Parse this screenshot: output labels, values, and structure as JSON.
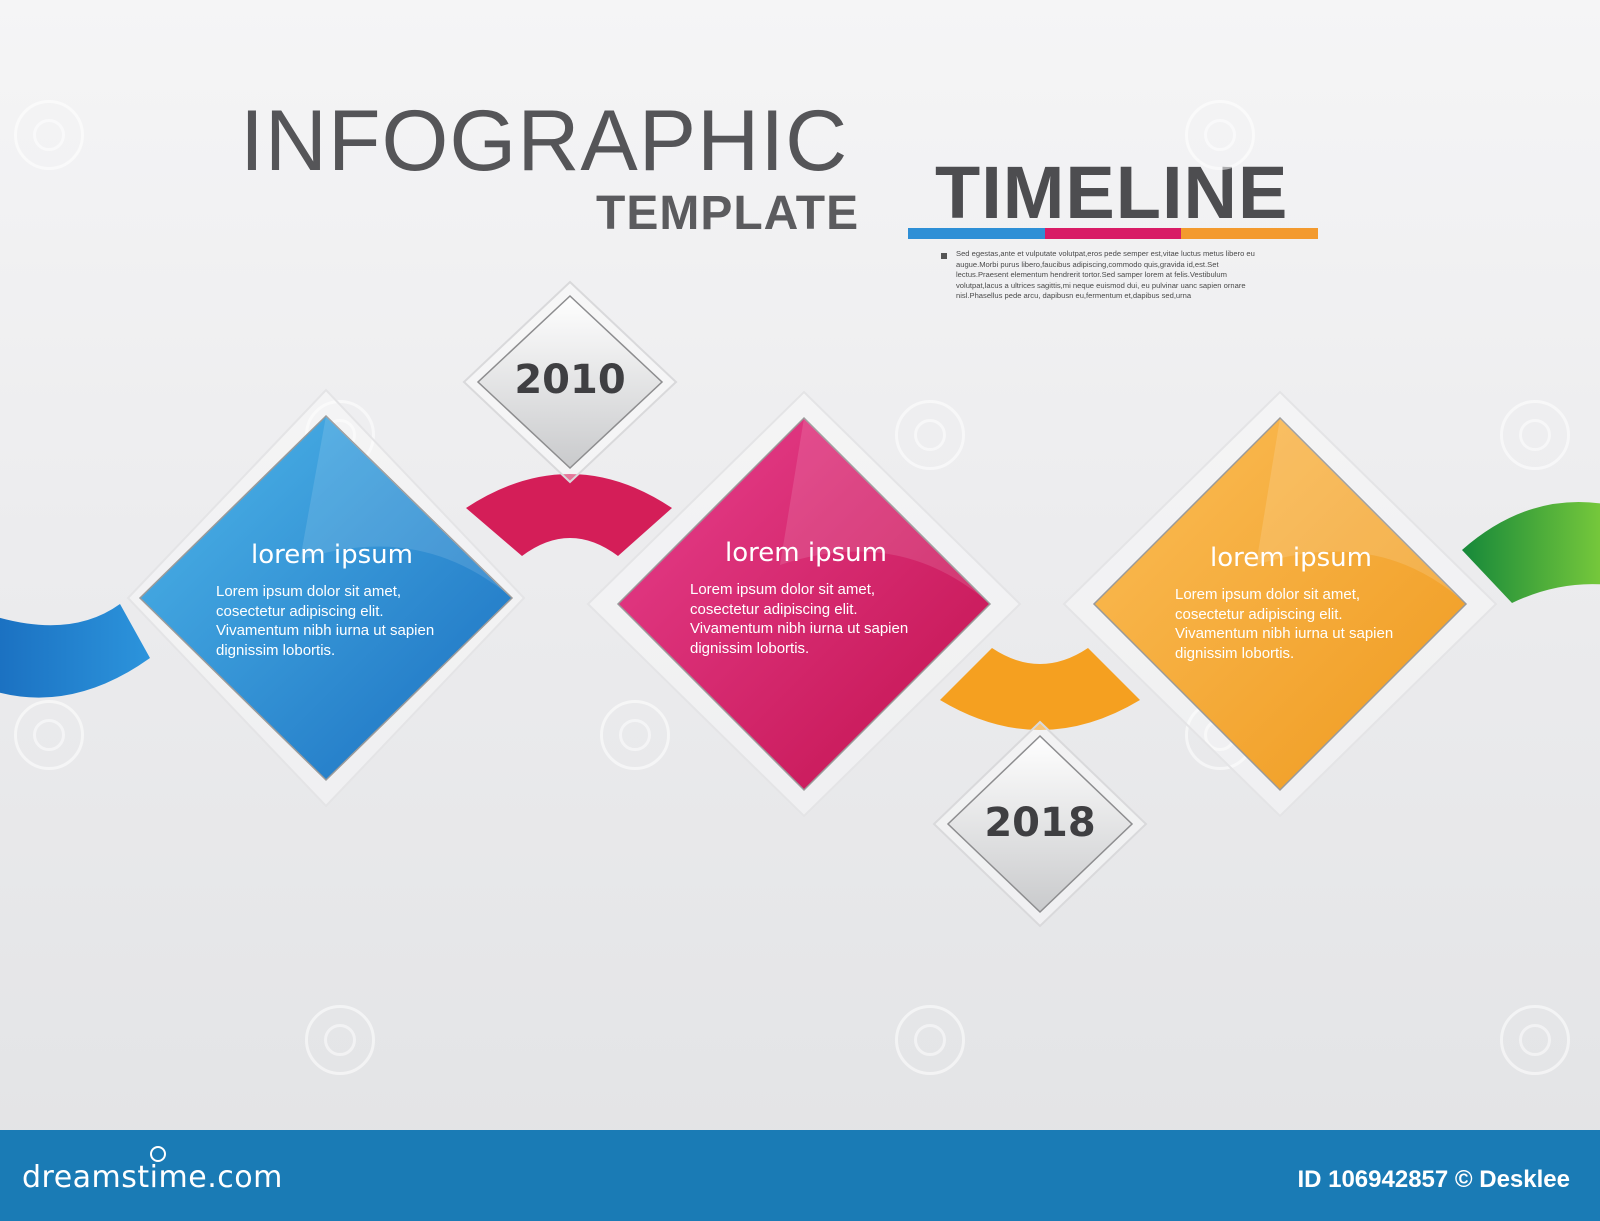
{
  "header": {
    "title": "INFOGRAPHIC",
    "subtitle": "TEMPLATE",
    "timeline_label": "TIMELINE",
    "underline_colors": [
      "#2e8fd6",
      "#d81b66",
      "#f39a2e"
    ],
    "description": "Sed egestas,ante et vulputate volutpat,eros pede semper est,vitae luctus metus libero eu augue.Morbi purus libero,faucibus adipiscing,commodo quis,gravida id,est.Set lectus.Praesent elementum hendrerit tortor.Sed samper lorem at felis.Vestibulum volutpat,lacus a ultrices sagittis,mi neque euismod dui, eu pulvinar uanc sapien ornare nisl.Phasellus pede arcu, dapibusn eu,fermentum et,dapibus sed,urna"
  },
  "cards": [
    {
      "heading": "lorem ipsum",
      "body": "Lorem ipsum dolor sit amet, cosectetur adipiscing elit. Vivamentum nibh iurna ut sapien dignissim lobortis.",
      "color": "#2f93d8"
    },
    {
      "heading": "lorem ipsum",
      "body": "Lorem ipsum dolor sit amet, cosectetur adipiscing elit. Vivamentum nibh iurna ut sapien dignissim lobortis.",
      "color": "#dd2374"
    },
    {
      "heading": "lorem ipsum",
      "body": "Lorem ipsum dolor sit amet, cosectetur adipiscing elit. Vivamentum nibh iurna ut sapien dignissim lobortis.",
      "color": "#f3a33a"
    }
  ],
  "years": [
    "2010",
    "2018"
  ],
  "connector_colors": [
    "#1f7fc8",
    "#d81b56",
    "#f5a020",
    "#3aa637"
  ],
  "footer": {
    "brand": "dreamstime.com",
    "credit": "ID 106942857 © Desklee",
    "background": "#1a7bb5"
  }
}
